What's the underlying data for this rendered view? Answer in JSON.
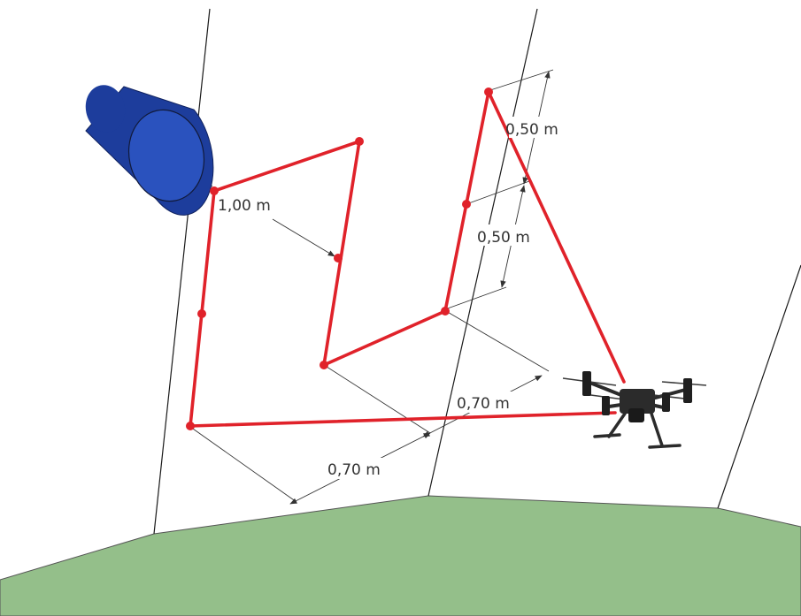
{
  "colors": {
    "background": "#ffffff",
    "ground": "#94bf8a",
    "flight_path": "#e0222a",
    "cylinder_side": "#1d3d9c",
    "cylinder_top": "#2a52be",
    "drone_body": "#2b2b2b",
    "dimension_text": "#333333"
  },
  "icons": {
    "target": "cylinder-target-icon",
    "drone": "quadcopter-drone-icon"
  },
  "dimensions": {
    "offset_top": "0,50 m",
    "offset_middle": "0,50 m",
    "path_length": "1,00 m",
    "offset_right": "0,70 m",
    "offset_bottom": "0,70 m"
  }
}
